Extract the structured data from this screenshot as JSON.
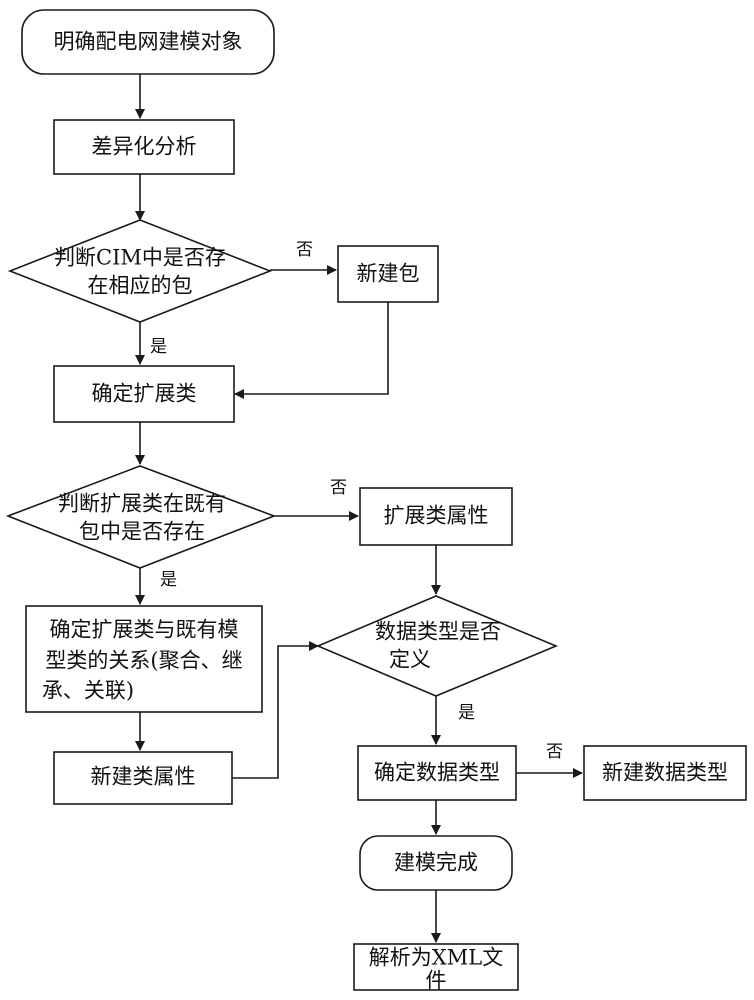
{
  "nodes": {
    "define_object": "明确配电网建模对象",
    "difference_analysis": "差异化分析",
    "judge_package": [
      "判断CIM中是否存",
      "在相应的包"
    ],
    "new_package": "新建包",
    "determine_extension_class": "确定扩展类",
    "judge_class_exists": [
      "判断扩展类在既有",
      "包中是否存在"
    ],
    "extension_class_attribute": "扩展类属性",
    "determine_relationship": [
      "确定扩展类与既有模",
      "型类的关系(聚合、继",
      "承、关联)"
    ],
    "judge_datatype_defined": [
      "数据类型是否",
      "定义"
    ],
    "new_class_attribute": "新建类属性",
    "determine_datatype": "确定数据类型",
    "new_datatype": "新建数据类型",
    "modeling_complete": "建模完成",
    "parse_xml": [
      "解析为XML文",
      "件"
    ]
  },
  "branch_labels": {
    "package_no": "否",
    "package_yes": "是",
    "class_no": "否",
    "class_yes": "是",
    "datatype_yes": "是",
    "datatype_no": "否"
  }
}
